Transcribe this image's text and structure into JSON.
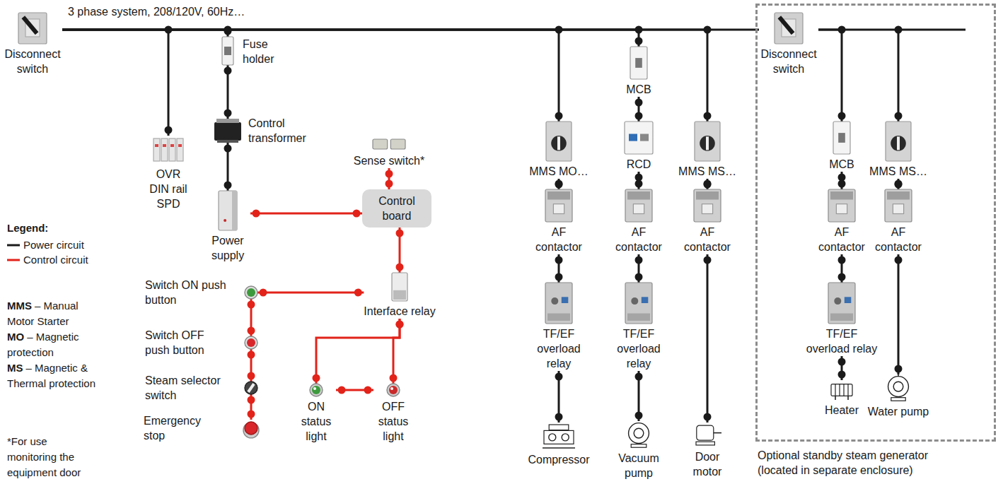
{
  "diagram": {
    "nodes": [
      {
        "text": [
          "Disconnect switch"
        ]
      },
      {
        "text": [
          "OVR DIN rail SPD"
        ]
      },
      {
        "text": [
          "Fuse holder"
        ]
      },
      {
        "text": [
          "Control transformer"
        ]
      },
      {
        "text": [
          "Power supply"
        ]
      },
      {
        "text": [
          "Sense switch*"
        ]
      },
      {
        "text": [
          "Control board"
        ]
      },
      {
        "text": [
          "Interface relay"
        ]
      },
      {
        "text": [
          "Switch ON push button"
        ]
      },
      {
        "text": [
          "Switch OFF push button"
        ]
      },
      {
        "text": [
          "Steam selector switch"
        ]
      },
      {
        "text": [
          "Emergency stop"
        ]
      },
      {
        "text": [
          "ON status light"
        ]
      },
      {
        "text": [
          "OFF status light"
        ]
      },
      {
        "text": [
          "MMS MO…"
        ]
      },
      {
        "text": [
          "AF contactor"
        ]
      },
      {
        "text": [
          "TF/EF overload relay"
        ]
      },
      {
        "text": [
          "Compressor"
        ]
      },
      {
        "text": [
          "MCB"
        ]
      },
      {
        "text": [
          "RCD"
        ]
      },
      {
        "text": [
          "AF contactor"
        ]
      },
      {
        "text": [
          "TF/EF overload relay"
        ]
      },
      {
        "text": [
          "Vacuum pump"
        ]
      },
      {
        "text": [
          "MMS MS…"
        ]
      },
      {
        "text": [
          "AF contactor"
        ]
      },
      {
        "text": [
          "Door motor"
        ]
      },
      {
        "text": [
          "Optional standby steam generator (located in separate enclosure)"
        ]
      },
      {
        "text": [
          "Disconnect switch"
        ],
        "in": 26
      },
      {
        "text": [
          "MCB"
        ],
        "in": 26
      },
      {
        "text": [
          "AF contactor"
        ],
        "in": 26
      },
      {
        "text": [
          "TF/EF overload relay"
        ],
        "in": 26
      },
      {
        "text": [
          "Heater"
        ],
        "in": 26
      },
      {
        "text": [
          "MMS MS…"
        ],
        "in": 26
      },
      {
        "text": [
          "AF contactor"
        ],
        "in": 26
      },
      {
        "text": [
          "Water pump"
        ],
        "in": 26
      }
    ],
    "edges": [
      {
        "from": 0,
        "to": 1,
        "arrow": "none"
      },
      {
        "from": 0,
        "to": 2,
        "arrow": "none"
      },
      {
        "from": 0,
        "to": 14,
        "arrow": "none"
      },
      {
        "from": 0,
        "to": 18,
        "arrow": "none"
      },
      {
        "from": 0,
        "to": 23,
        "arrow": "none"
      },
      {
        "from": 0,
        "to": 27,
        "arrow": "none"
      },
      {
        "from": 27,
        "to": 28,
        "arrow": "none"
      },
      {
        "from": 27,
        "to": 32,
        "arrow": "none"
      },
      {
        "from": 2,
        "to": 3,
        "arrow": "none"
      },
      {
        "from": 3,
        "to": 4,
        "arrow": "none"
      },
      {
        "from": 14,
        "to": 15,
        "arrow": "none"
      },
      {
        "from": 15,
        "to": 16,
        "arrow": "none"
      },
      {
        "from": 16,
        "to": 17,
        "arrow": "none"
      },
      {
        "from": 18,
        "to": 19,
        "arrow": "none"
      },
      {
        "from": 19,
        "to": 20,
        "arrow": "none"
      },
      {
        "from": 20,
        "to": 21,
        "arrow": "none"
      },
      {
        "from": 21,
        "to": 22,
        "arrow": "none"
      },
      {
        "from": 23,
        "to": 24,
        "arrow": "none"
      },
      {
        "from": 24,
        "to": 25,
        "arrow": "none"
      },
      {
        "from": 28,
        "to": 29,
        "arrow": "none"
      },
      {
        "from": 29,
        "to": 30,
        "arrow": "none"
      },
      {
        "from": 30,
        "to": 31,
        "arrow": "none"
      },
      {
        "from": 32,
        "to": 33,
        "arrow": "none"
      },
      {
        "from": 33,
        "to": 34,
        "arrow": "none"
      },
      {
        "from": 4,
        "to": 6,
        "arrow": "none"
      },
      {
        "from": 5,
        "to": 6,
        "arrow": "none"
      },
      {
        "from": 6,
        "to": 7,
        "arrow": "none"
      },
      {
        "from": 8,
        "to": 7,
        "arrow": "none"
      },
      {
        "from": 8,
        "to": 9,
        "arrow": "none"
      },
      {
        "from": 9,
        "to": 10,
        "arrow": "none"
      },
      {
        "from": 10,
        "to": 11,
        "arrow": "none"
      },
      {
        "from": 7,
        "to": 12,
        "arrow": "none"
      },
      {
        "from": 7,
        "to": 13,
        "arrow": "none"
      },
      {
        "from": 12,
        "to": 13,
        "arrow": "none"
      }
    ],
    "labels": [
      "3 phase system, 208/120V, 60Hz…",
      "Legend:",
      "MMS",
      "– Manual Motor Starter",
      "MO",
      "– Magnetic protection",
      "MS",
      "– Magnetic & Thermal protection",
      "*For use monitoring the equipment door"
    ],
    "legend": [
      {
        "text": "Power circuit"
      },
      {
        "text": "Control circuit"
      }
    ]
  }
}
